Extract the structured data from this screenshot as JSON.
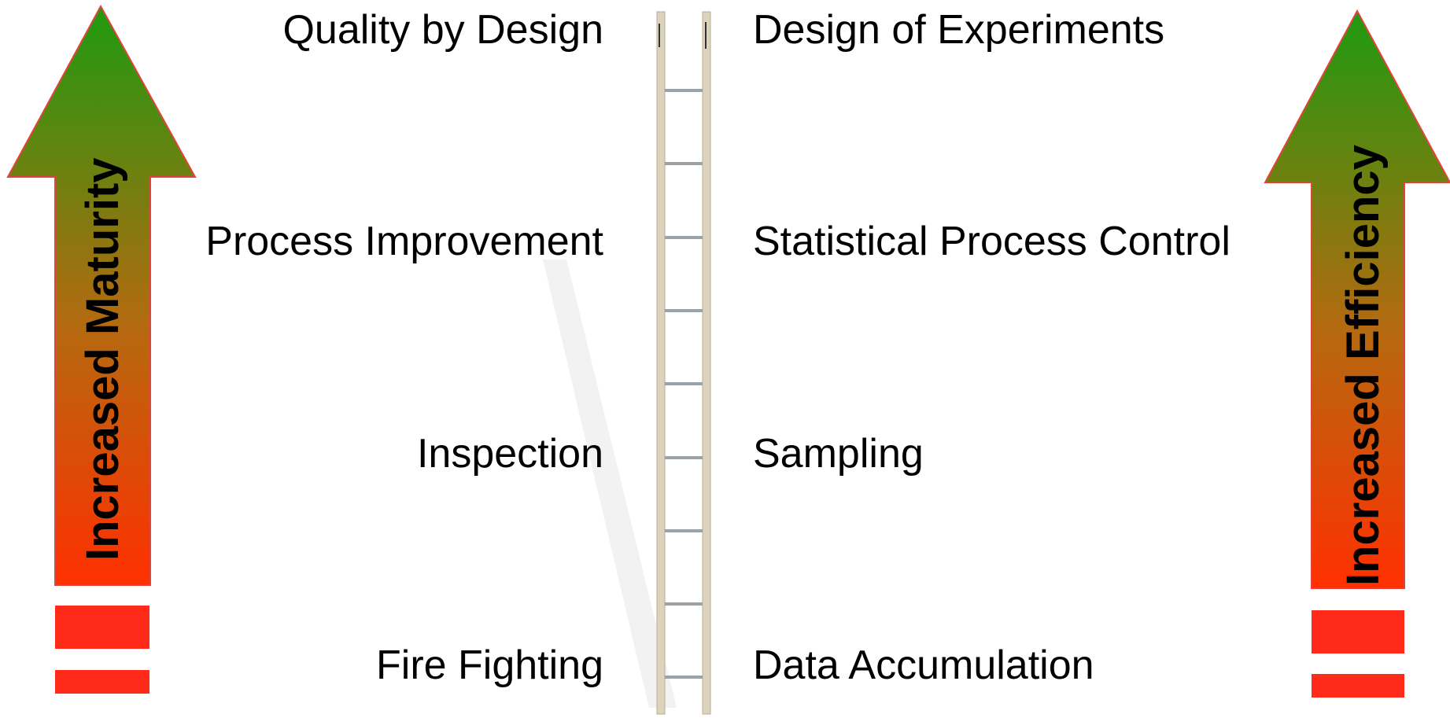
{
  "left_arrow": {
    "label": "Increased Maturity",
    "color_top": "#1e9a10",
    "color_bottom": "#ff3000"
  },
  "right_arrow": {
    "label": "Increased Efficiency",
    "color_top": "#1e9a10",
    "color_bottom": "#ff3000"
  },
  "levels": [
    {
      "left": "Quality by Design",
      "right": "Design of Experiments"
    },
    {
      "left": "Process Improvement",
      "right": "Statistical Process Control"
    },
    {
      "left": "Inspection",
      "right": "Sampling"
    },
    {
      "left": "Fire Fighting",
      "right": "Data Accumulation"
    }
  ],
  "colors": {
    "ladder_rail": "#d8cfb8",
    "ladder_rung": "#9aa3a8",
    "arrow_outline": "#e0443a"
  }
}
